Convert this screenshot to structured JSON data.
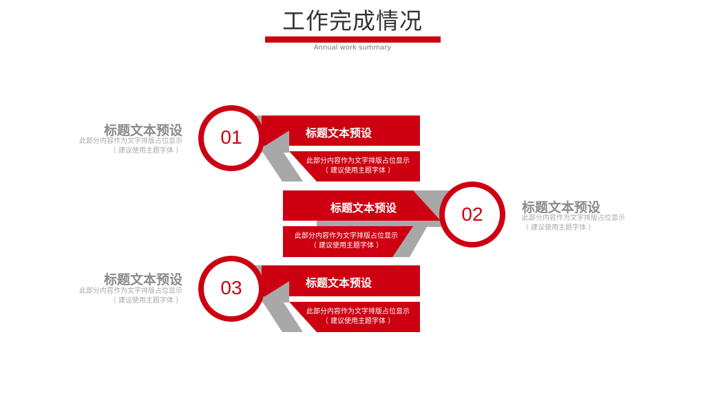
{
  "header": {
    "title": "工作完成情况",
    "subtitle": "Annual work summary"
  },
  "colors": {
    "accent": "#cc0011",
    "gray": "#a8a8a8"
  },
  "items": [
    {
      "number": "01",
      "band_title": "标题文本预设",
      "band_desc_1": "此部分内容作为文字排版占位显示",
      "band_desc_2": "（ 建议使用主题字体 ）",
      "side_title": "标题文本预设",
      "side_desc_1": "此部分内容作为文字排版占位显示",
      "side_desc_2": "（ 建议使用主题字体 ）"
    },
    {
      "number": "02",
      "band_title": "标题文本预设",
      "band_desc_1": "此部分内容作为文字排版占位显示",
      "band_desc_2": "（ 建议使用主题字体 ）",
      "side_title": "标题文本预设",
      "side_desc_1": "此部分内容作为文字排版占位显示",
      "side_desc_2": "（ 建议使用主题字体 ）"
    },
    {
      "number": "03",
      "band_title": "标题文本预设",
      "band_desc_1": "此部分内容作为文字排版占位显示",
      "band_desc_2": "（ 建议使用主题字体 ）",
      "side_title": "标题文本预设",
      "side_desc_1": "此部分内容作为文字排版占位显示",
      "side_desc_2": "（ 建议使用主题字体 ）"
    }
  ]
}
